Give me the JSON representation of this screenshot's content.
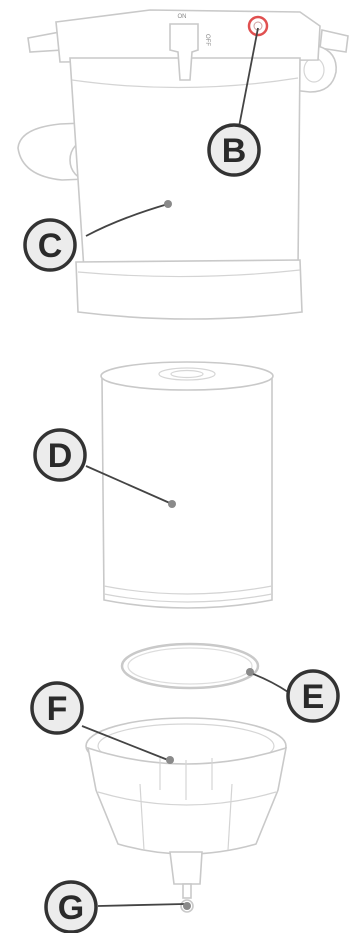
{
  "callouts": {
    "B": "B",
    "C": "C",
    "D": "D",
    "E": "E",
    "F": "F",
    "G": "G"
  },
  "head_labels": {
    "on": "ON",
    "off": "OFF"
  },
  "colors": {
    "callout_fill": "#ececec",
    "callout_stroke": "#333333",
    "valve_accent": "#e05050"
  }
}
